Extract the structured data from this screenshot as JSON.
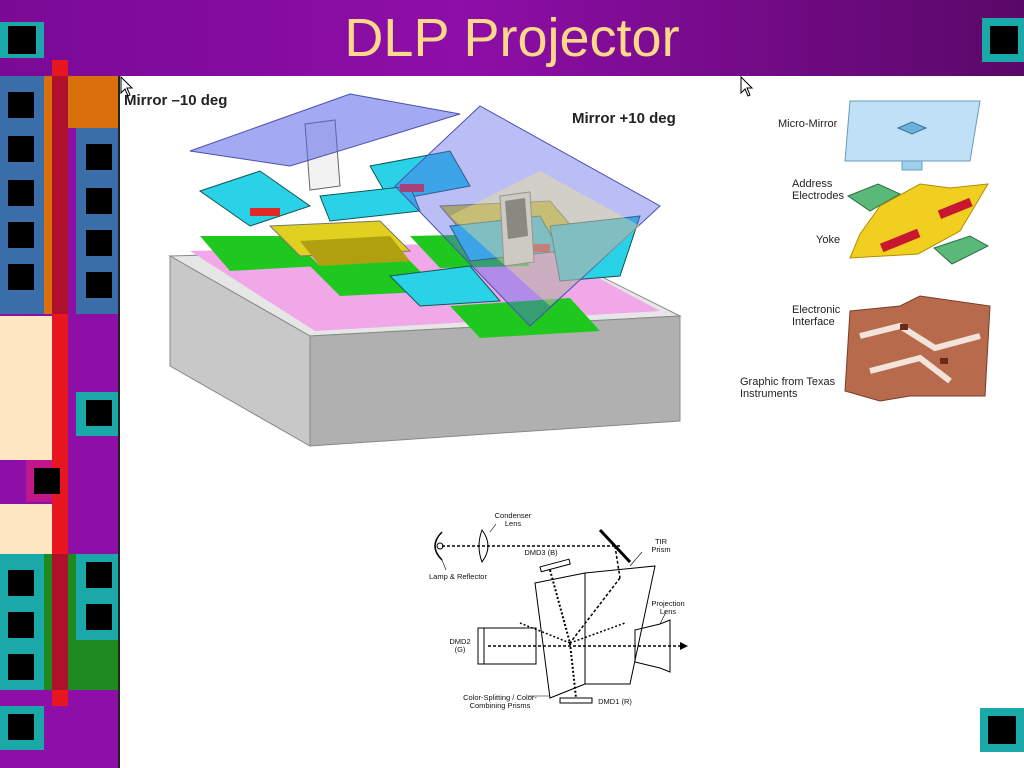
{
  "slide": {
    "title": "DLP Projector"
  },
  "diagram_main": {
    "label_left": "Mirror –10 deg",
    "label_right": "Mirror +10 deg"
  },
  "diagram_layers": {
    "micro_mirror": "Micro-Mirror",
    "address_electrodes": "Address Electrodes",
    "yoke": "Yoke",
    "electronic_interface": "Electronic Interface",
    "credit": "Graphic from Texas Instruments"
  },
  "diagram_optics": {
    "condenser": "Condenser Lens",
    "lamp": "Lamp & Reflector",
    "dmd3": "DMD3 (B)",
    "tir": "TIR Prism",
    "projection": "Projection Lens",
    "dmd2": "DMD2 (G)",
    "color_prisms": "Color-Splitting / Color-Combining Prisms",
    "dmd1": "DMD1 (R)"
  },
  "colors": {
    "purple": "#8e0ea8",
    "title_text": "#ffd98a",
    "teal": "#1aa8a8",
    "red": "#e8161e",
    "orange": "#d9700c",
    "blue": "#3a6ea8",
    "cream": "#fde6c0",
    "green": "#1f8a1f"
  }
}
